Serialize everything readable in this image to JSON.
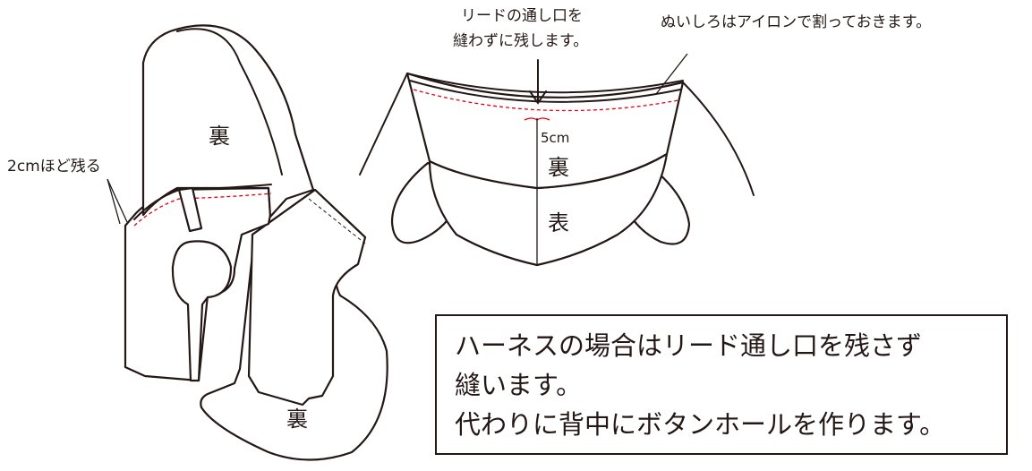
{
  "labels": {
    "hood_ura": "裏",
    "body_ura": "裏",
    "leave_2cm": "2cmほど残る",
    "lead_hole_line1": "リードの通し口を",
    "lead_hole_line2": "縫わずに残します。",
    "iron_note": "ぬいしろはアイロンで割っておきます。",
    "five_cm": "5cm",
    "collar_ura": "裏",
    "collar_omote": "表"
  },
  "notice": {
    "line1": "ハーネスの場合はリード通し口を残さず",
    "line2": "縫います。",
    "line3": "代わりに背中にボタンホールを作ります。"
  },
  "colors": {
    "outline": "#231815",
    "stitch": "#e60012",
    "background": "#ffffff"
  }
}
